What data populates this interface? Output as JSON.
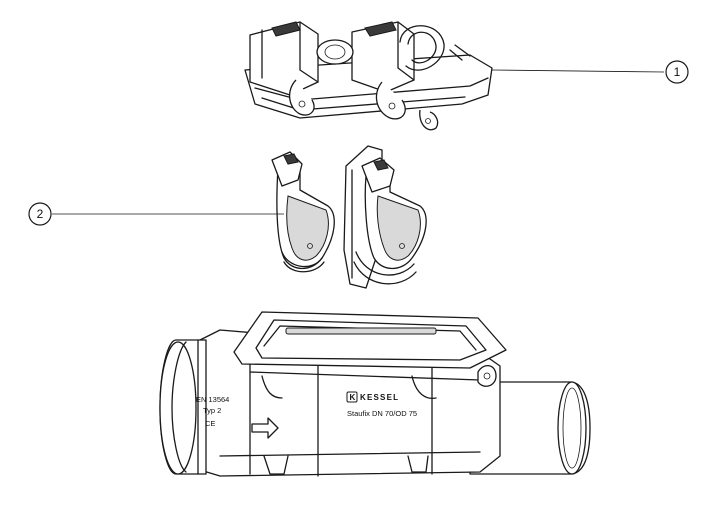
{
  "callouts": [
    {
      "number": "1"
    },
    {
      "number": "2"
    }
  ],
  "housing_labels": {
    "standard": "EN 13564",
    "type": "Typ 2",
    "ce_mark": "CE",
    "brand_badge": "K",
    "brand": "KESSEL",
    "model": "Staufix DN 70/OD 75"
  }
}
